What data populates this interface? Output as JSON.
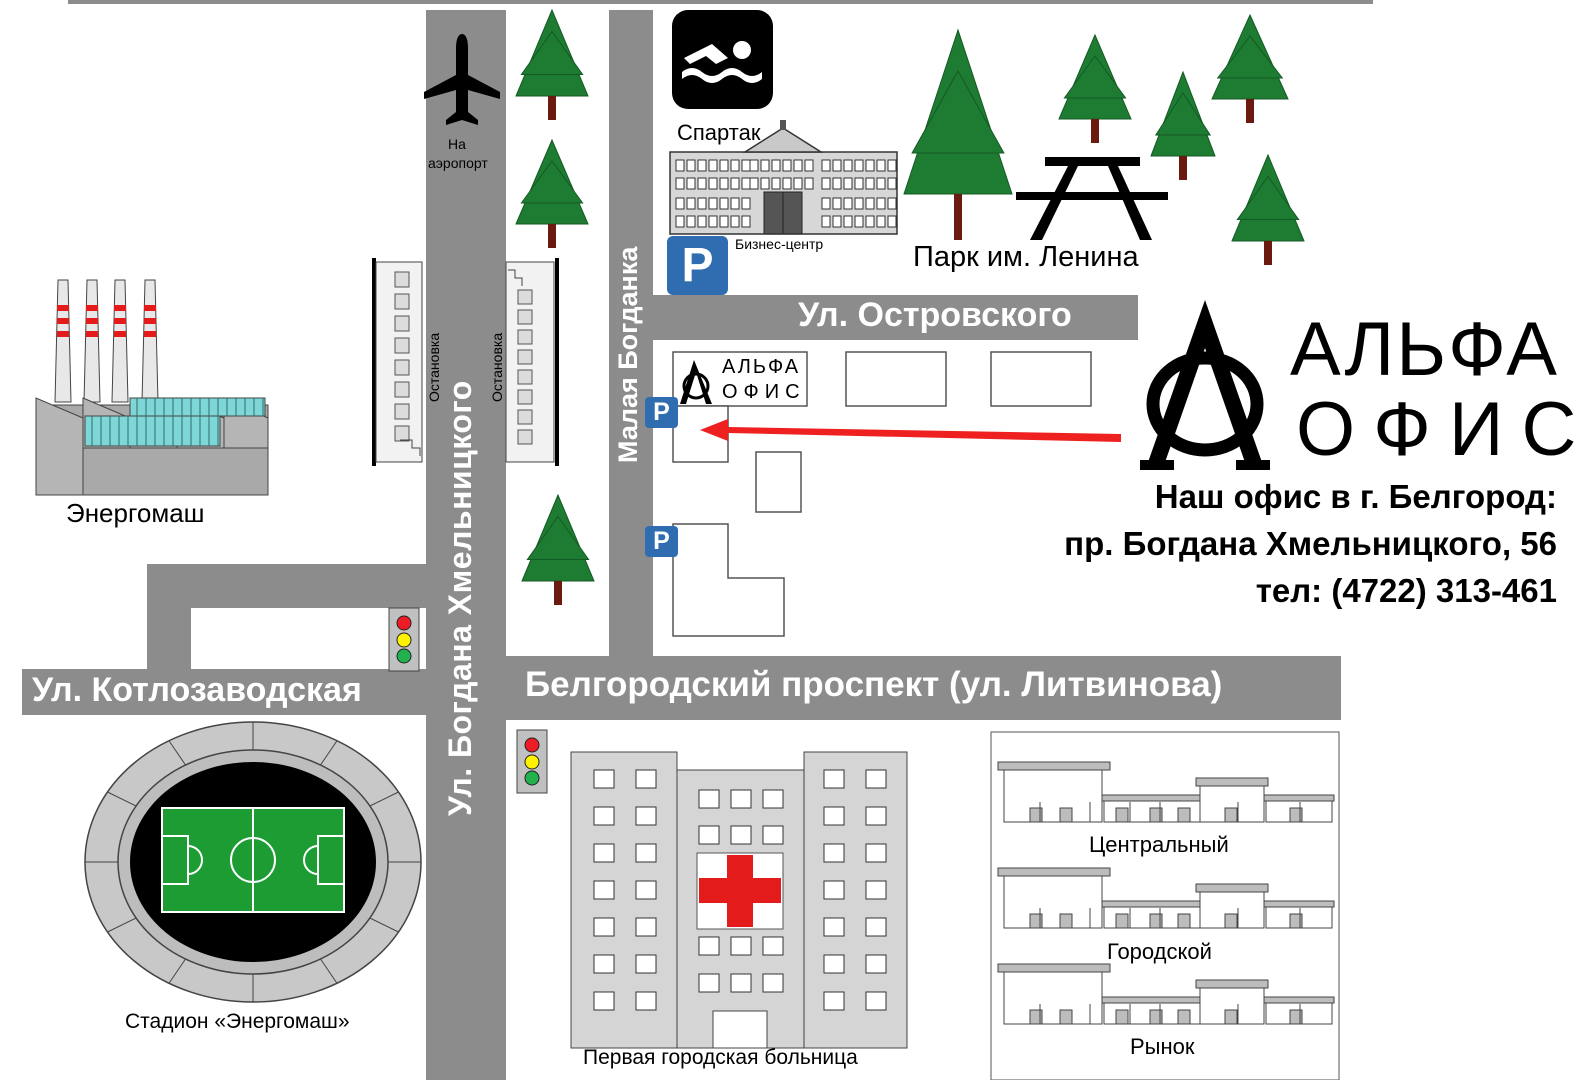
{
  "roads": {
    "khmelnitskogo": "Ул. Богдана Хмельницкого",
    "malaya_bogdanka": "Малая Богданка",
    "ostrovskogo": "Ул. Островского",
    "kotlozavodskaya": "Ул. Котлозаводская",
    "belgorodsky": "Белгородский проспект (ул. Литвинова)"
  },
  "places": {
    "airport": [
      "На",
      "аэропорт"
    ],
    "spartak": "Спартак",
    "business_center": "Бизнес-центр",
    "park": "Парк им. Ленина",
    "energomash": "Энергомаш",
    "stop_left": "Остановка",
    "stop_right": "Остановка",
    "stadium": "Стадион «Энергомаш»",
    "hospital": "Первая городская больница",
    "market_1": "Центральный",
    "market_2": "Городской",
    "market_3": "Рынок"
  },
  "parking_symbol": "P",
  "logo": {
    "line1": "АЛЬФА",
    "line2": "ОФИС"
  },
  "small_logo": {
    "line1": "АЛЬФА",
    "line2": "ОФИС"
  },
  "office": {
    "line1": "Наш офис в г. Белгород:",
    "line2": "пр. Богдана Хмельницкого, 56",
    "line3": "тел: (4722) 313-461"
  },
  "colors": {
    "road": "#8c8c8c",
    "tree": "#1e7b32",
    "parking": "#2f6db0",
    "arrow": "#ee2020",
    "cross": "#e31b1b",
    "field": "#1c9c33"
  },
  "icons": [
    "airplane-icon",
    "swimming-icon",
    "traffic-light-icon",
    "parking-icon",
    "tree-icon",
    "picnic-table-icon",
    "hospital-cross-icon"
  ]
}
